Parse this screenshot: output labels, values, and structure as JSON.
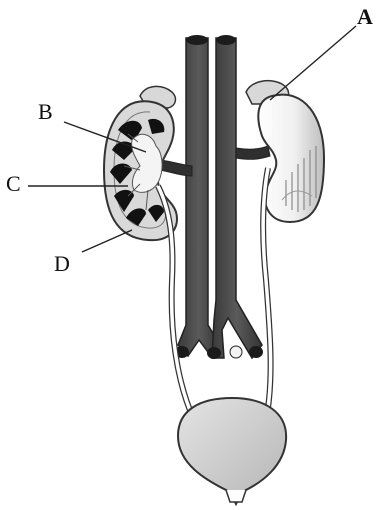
{
  "labels": {
    "a": "A",
    "b": "B",
    "c": "C",
    "d": "D"
  },
  "colors": {
    "vessel": "#4a4a4a",
    "vessel_dark": "#2e2e2e",
    "kidney_fill": "#e2e2e2",
    "medulla": "#1a1a1a",
    "bladder": "#c9c9c9",
    "ureter": "#ffffff",
    "outline": "#333333"
  }
}
